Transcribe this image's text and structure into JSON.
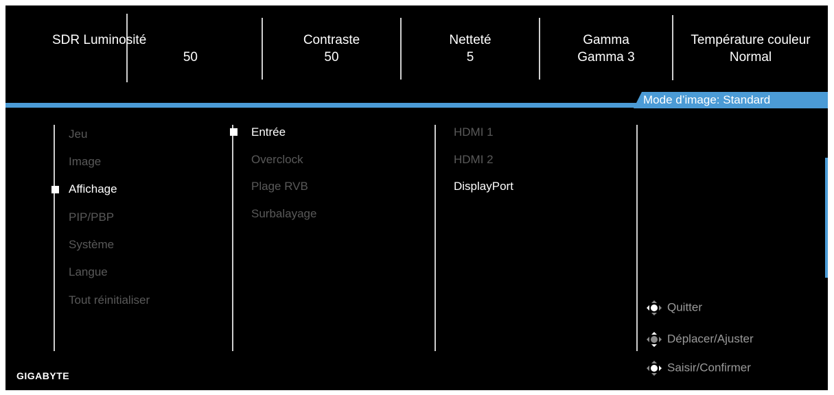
{
  "quick_settings": [
    {
      "label": "SDR Luminosité",
      "value": "50"
    },
    {
      "label": "Contraste",
      "value": "50"
    },
    {
      "label": "Netteté",
      "value": "5"
    },
    {
      "label": "Gamma",
      "value": "Gamma 3"
    },
    {
      "label": "Température couleur",
      "value": "Normal"
    }
  ],
  "mode_label": "Mode d’image:",
  "mode_value": "Standard",
  "main_menu": {
    "items": [
      "Jeu",
      "Image",
      "Affichage",
      "PIP/PBP",
      "Système",
      "Langue",
      "Tout réinitialiser"
    ],
    "selected": "Affichage"
  },
  "sub_menu": {
    "items": [
      "Entrée",
      "Overclock",
      "Plage RVB",
      "Surbalayage"
    ],
    "selected": "Entrée"
  },
  "options": {
    "items": [
      "HDMI 1",
      "HDMI 2",
      "DisplayPort"
    ],
    "selected": "DisplayPort"
  },
  "help": [
    {
      "icon": "joystick-left-icon",
      "label": "Quitter"
    },
    {
      "icon": "joystick-move-icon",
      "label": "Déplacer/Ajuster"
    },
    {
      "icon": "joystick-press-icon",
      "label": "Saisir/Confirmer"
    }
  ],
  "brand": "GIGABYTE",
  "colors": {
    "accent": "#4b9bd6",
    "background": "#000000",
    "inactive_text": "#595959"
  }
}
